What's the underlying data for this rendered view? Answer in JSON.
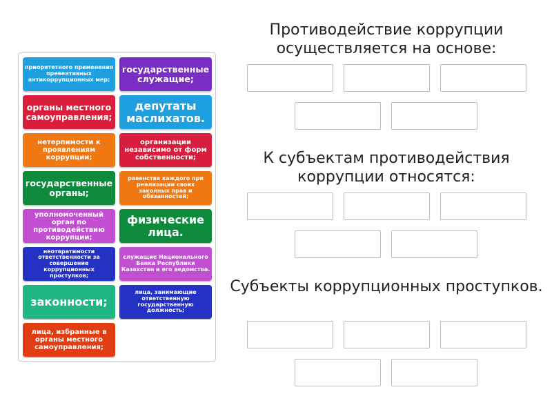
{
  "tiles": [
    {
      "text": "приоритетного применения превентивных антикоррупционных мер;",
      "color": "#1e9fe0"
    },
    {
      "text": "государственные служащие;",
      "color": "#7a2dc2"
    },
    {
      "text": "органы местного самоуправления;",
      "color": "#d81e3c"
    },
    {
      "text": "депутаты маслихатов.",
      "color": "#1e9fe0"
    },
    {
      "text": "нетерпимости к проявлениям коррупции;",
      "color": "#f07812"
    },
    {
      "text": "организации независимо от форм собственности;",
      "color": "#d81e3c"
    },
    {
      "text": "государственные органы;",
      "color": "#0d8a3c"
    },
    {
      "text": "равенства каждого при реализации своих законных прав и обязанностей;",
      "color": "#f07812"
    },
    {
      "text": "уполномоченный орган по противодействию коррупции;",
      "color": "#c24fd2"
    },
    {
      "text": "физические лица.",
      "color": "#0d8a3c"
    },
    {
      "text": "неотвратимости ответственности за совершение коррупционных проступков;",
      "color": "#2332c2"
    },
    {
      "text": "служащие Национального Банка Республики Казахстан и его ведомства.",
      "color": "#c24fd2"
    },
    {
      "text": "законности;",
      "color": "#1fb585"
    },
    {
      "text": "лица, занимающие ответственную государственную должность;",
      "color": "#2332c2"
    },
    {
      "text": "лица, избранные в органы местного самоуправления;",
      "color": "#e23c12"
    }
  ],
  "groups": [
    {
      "title": "Противодействие коррупции осуществляется на основе:"
    },
    {
      "title": "К субъектам противодействия коррупции относятся:"
    },
    {
      "title": "Субъекты коррупционных проступков."
    }
  ]
}
